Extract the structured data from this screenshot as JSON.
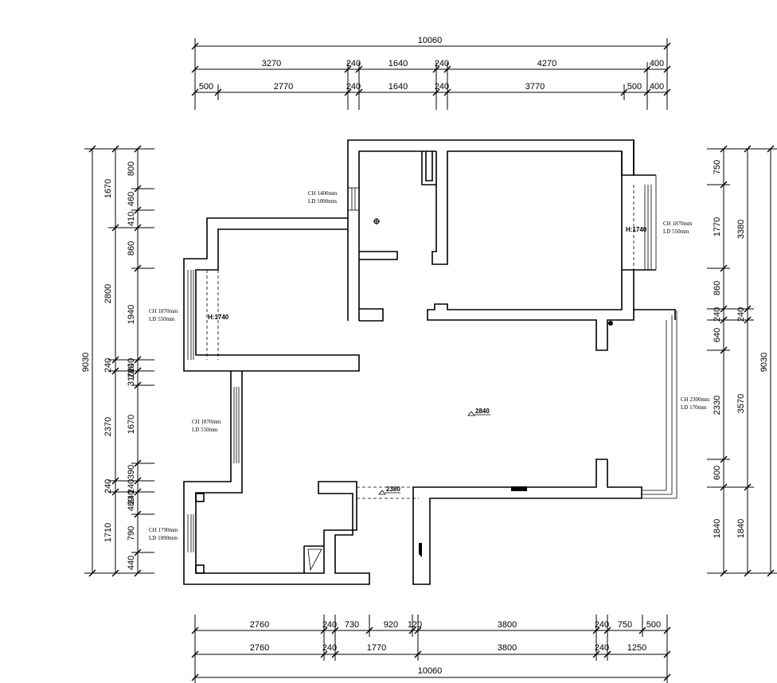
{
  "dimensions": {
    "top": {
      "row1": [
        "3270",
        "240",
        "1640",
        "240",
        "4270",
        "400"
      ],
      "row2": [
        "500",
        "2770",
        "240",
        "1640",
        "240",
        "3770",
        "500",
        "400"
      ],
      "total": "10060"
    },
    "bottom": {
      "row1": [
        "2760",
        "240",
        "730",
        "920",
        "120",
        "3800",
        "240",
        "750",
        "500"
      ],
      "row2": [
        "2760",
        "240",
        "1770",
        "3800",
        "240",
        "1250"
      ],
      "total": "10060"
    },
    "left": {
      "inner": [
        "800",
        "460",
        "410",
        "860",
        "1940",
        "240",
        "240",
        "310",
        "1670",
        "390",
        "240",
        "240",
        "480",
        "790",
        "440"
      ],
      "middle": [
        "1670",
        "2800",
        "240",
        "2370",
        "240",
        "1710"
      ],
      "total": "9030"
    },
    "right": {
      "inner": [
        "750",
        "1770",
        "860",
        "240",
        "640",
        "2330",
        "600",
        "1840"
      ],
      "middle": [
        "3380",
        "240",
        "3570",
        "1840"
      ],
      "total": "9030"
    }
  },
  "openings": {
    "w1": {
      "ch": "CH 1400mm",
      "ld": "LD 1090mm"
    },
    "w2": {
      "ch": "CH 1870mm",
      "ld": "LD 550mm",
      "h": "H:1740"
    },
    "w3": {
      "ch": "CH 1870mm",
      "ld": "LD 550mm",
      "h": "H:1740"
    },
    "w4": {
      "ch": "CH 1870mm",
      "ld": "LD 550mm"
    },
    "w5": {
      "ch": "CH 2300mm",
      "ld": "LD 170mm"
    },
    "w6": {
      "ch": "CH 1790mm",
      "ld": "LD 1090mm"
    }
  },
  "levels": {
    "living": "2840",
    "beam": "2380"
  }
}
